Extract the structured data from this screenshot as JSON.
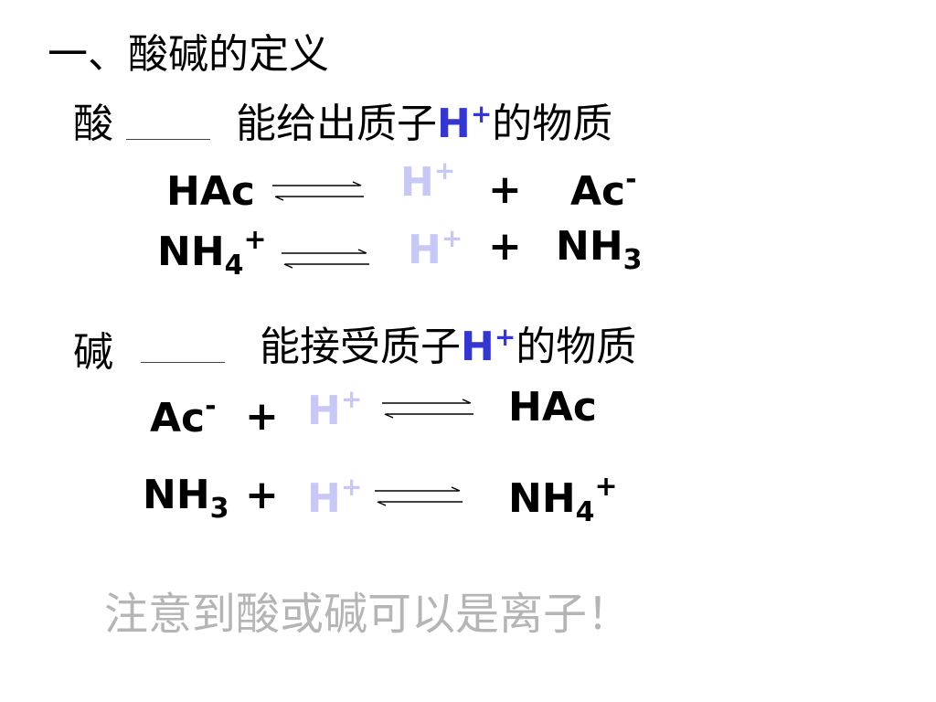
{
  "title": "一、酸碱的定义",
  "acid": {
    "label": "酸",
    "definition_pre": "能给出质子",
    "definition_h": "H",
    "definition_plus": "+",
    "definition_post": "的物质",
    "eq1": {
      "left": "HAc",
      "h": "H",
      "h_sup": "+",
      "plus": "+",
      "right_base": "Ac",
      "right_sup": "-"
    },
    "eq2": {
      "left_base": "NH",
      "left_sub": "4",
      "left_sup": "+",
      "h": "H",
      "h_sup": "+",
      "plus": "+",
      "right_base": "NH",
      "right_sub": "3"
    }
  },
  "base": {
    "label": "碱",
    "definition_pre": "能接受质子",
    "definition_h": "H",
    "definition_plus": "+",
    "definition_post": "的物质",
    "eq1": {
      "left_base": "Ac",
      "left_sup": "-",
      "plus": "+",
      "h": "H",
      "h_sup": "+",
      "right": "HAc"
    },
    "eq2": {
      "left_base": "NH",
      "left_sub": "3",
      "plus": "+",
      "h": "H",
      "h_sup": "+",
      "right_base": "NH",
      "right_sub": "4",
      "right_sup": "+"
    }
  },
  "note": "注意到酸或碱可以是离子！",
  "colors": {
    "blue_h": "#3535d0",
    "light_h": "#c8c8f5",
    "note": "#b5b5b5"
  },
  "icons": {
    "equilibrium": "equilibrium-arrow-icon"
  }
}
